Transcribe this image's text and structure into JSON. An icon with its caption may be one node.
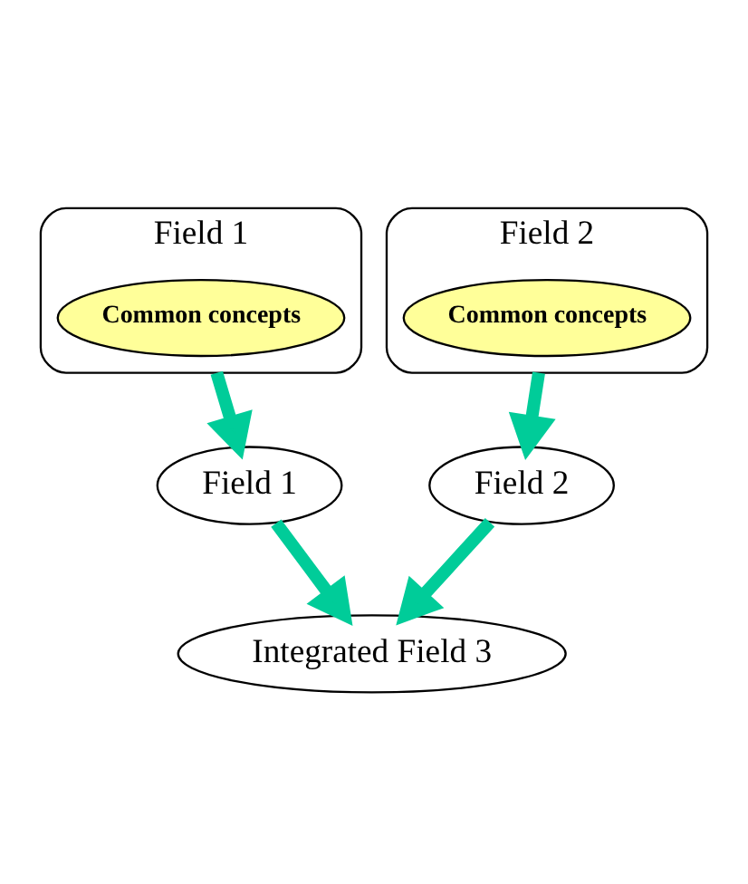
{
  "diagram": {
    "nodes": [
      {
        "text": [
          "Field 1"
        ]
      },
      {
        "text": [
          "Common concepts"
        ],
        "in": 0
      },
      {
        "text": [
          "Field 2"
        ]
      },
      {
        "text": [
          "Common concepts"
        ],
        "in": 2
      },
      {
        "text": [
          "Field 1"
        ]
      },
      {
        "text": [
          "Field 2"
        ]
      },
      {
        "text": [
          "Integrated Field 3"
        ]
      }
    ],
    "edges": [
      {
        "from": 0,
        "to": 4,
        "arrow": "to"
      },
      {
        "from": 2,
        "to": 5,
        "arrow": "to"
      },
      {
        "from": 4,
        "to": 6,
        "arrow": "to"
      },
      {
        "from": 5,
        "to": 6,
        "arrow": "to"
      }
    ]
  }
}
